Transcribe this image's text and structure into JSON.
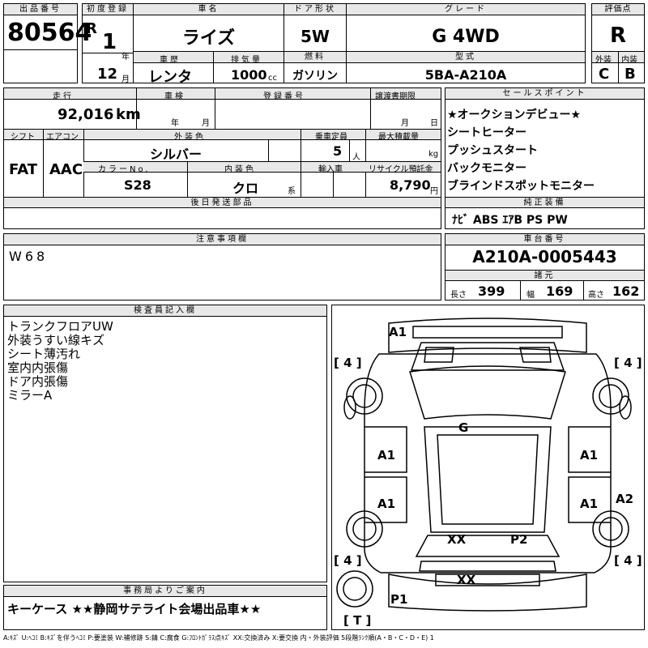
{
  "header": {
    "lot_label": "出品番号",
    "lot_number": "80564",
    "first_reg_label": "初度登録",
    "era": "R",
    "year": "1",
    "year_unit": "年",
    "month": "12",
    "month_unit": "月",
    "car_name_label": "車名",
    "car_name": "ライズ",
    "history_label": "車歴",
    "history": "レンタ",
    "displacement_label": "排気量",
    "displacement": "1000",
    "displacement_unit": "cc",
    "door_label": "ドア形状",
    "door": "5W",
    "fuel_label": "燃料",
    "fuel": "ガソリン",
    "grade_label": "グレード",
    "grade": "G 4WD",
    "model_label": "型式",
    "model": "5BA-A210A",
    "score_label": "評価点",
    "score": "R",
    "exterior_label": "外装",
    "exterior": "C",
    "interior_label": "内装",
    "interior": "B"
  },
  "row2": {
    "mileage_label": "走行",
    "mileage": "92,016",
    "mileage_unit": "km",
    "inspection_label": "車検",
    "inspection_year_unit": "年",
    "inspection_month_unit": "月",
    "regno_label": "登録番号",
    "transfer_label": "譲渡書期限",
    "transfer_month_unit": "月",
    "transfer_day_unit": "日",
    "shift_label": "シフト",
    "shift": "FAT",
    "ac_label": "エアコン",
    "ac": "AAC",
    "color_label": "外装色",
    "color": "シルバー",
    "capacity_label": "乗車定員",
    "capacity": "5",
    "capacity_unit": "人",
    "load_label": "最大積載量",
    "load_unit": "kg",
    "color_no_label": "カラーNo.",
    "color_no": "S28",
    "int_color_label": "内装色",
    "int_color": "クロ",
    "int_color_unit": "系",
    "import_label": "輸入車",
    "recycle_label": "リサイクル預託金",
    "recycle": "8,790",
    "recycle_unit": "円",
    "later_parts_label": "後日発送部品"
  },
  "sales_points": {
    "label": "セールスポイント",
    "items": [
      "★オークションデビュー★",
      "シートヒーター",
      "プッシュスタート",
      "バックモニター",
      "ブラインドスポットモニター"
    ]
  },
  "equipment": {
    "label": "純正装備",
    "value": "ﾅﾋﾞ ABS ｴｱB PS PW"
  },
  "notes": {
    "label": "注意事項欄",
    "value": "W68"
  },
  "chassis": {
    "label": "車台番号",
    "value": "A210A-0005443",
    "dims_label": "諸元",
    "length_label": "長さ",
    "length": "399",
    "width_label": "幅",
    "width": "169",
    "height_label": "高さ",
    "height": "162"
  },
  "inspector": {
    "label": "検査員記入欄",
    "lines": [
      "トランクフロアUW",
      "外装うすい線キズ",
      "シート薄汚れ",
      "室内内張傷",
      "ドア内張傷",
      "ミラーA"
    ]
  },
  "office": {
    "label": "事務局よりご案内",
    "value": "キーケース ★★静岡サテライト会場出品車★★"
  },
  "diagram": {
    "marks": {
      "front": "A1",
      "hood": "G",
      "left_front_door": "A1",
      "left_rear_door": "A1",
      "right_front_door": "A1",
      "right_rear_door": "A1",
      "right_rear_quarter": "A2",
      "rear_left": "XX",
      "rear_right": "P2",
      "rear_bumper": "XX",
      "rear_left_bumper": "P1",
      "tires": "4",
      "trunk": "T"
    }
  },
  "footer": {
    "legend": "A:ｷｽﾞ U:ﾍｺﾐ B:ｷｽﾞを伴うﾍｺﾐ P:要塗装 W:補修跡 S:錆 C:腐食 G:ﾌﾛﾝﾄｶﾞﾗｽ点ｷｽﾞ XX:交換済み X:要交換 内・外装評価 5段階ﾗﾝｸ順(A・B・C・D・E) 1"
  }
}
